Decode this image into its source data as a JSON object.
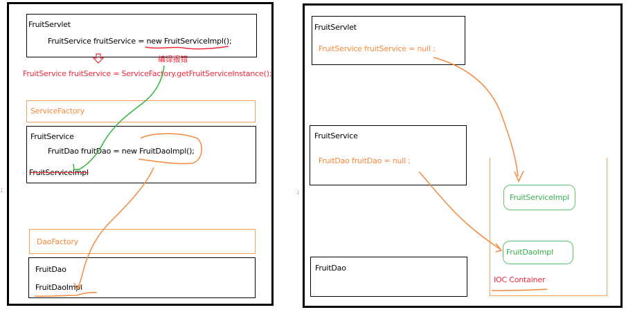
{
  "left_panel": {
    "servlet_box": {
      "title": "FruitServlet",
      "code": "FruitService fruitService = new FruitServiceImpl();"
    },
    "compile_error_label": "编译报错",
    "replacement_code": "FruitService fruitService = ServiceFactory.getFruitServiceInstance();",
    "service_factory_label": "ServiceFactory",
    "service_box": {
      "title": "FruitService",
      "code": "FruitDao fruitDao = new FruitDaoImpl();",
      "impl": "FruitServiceImpl"
    },
    "dao_factory_label": "DaoFactory",
    "dao_box": {
      "title": "FruitDao",
      "impl": "FruitDaoImpl"
    }
  },
  "right_panel": {
    "servlet_box": {
      "title": "FruitServlet",
      "code": "FruitService fruitService = null ;"
    },
    "service_box": {
      "title": "FruitService",
      "code": "FruitDao fruitDao = null ;"
    },
    "dao_box": {
      "title": "FruitDao"
    },
    "ioc_container": {
      "label": "IOC Container",
      "beans": [
        "FruitServiceImpl",
        "FruitDaoImpl"
      ]
    }
  },
  "margin_marks": [
    ";",
    ";"
  ],
  "colors": {
    "black": "#000000",
    "red": "#f0283c",
    "orange": "#f7883c",
    "orange_light": "#f7a05a",
    "green": "#3ab04c",
    "green_stroke": "#5cc36c"
  }
}
